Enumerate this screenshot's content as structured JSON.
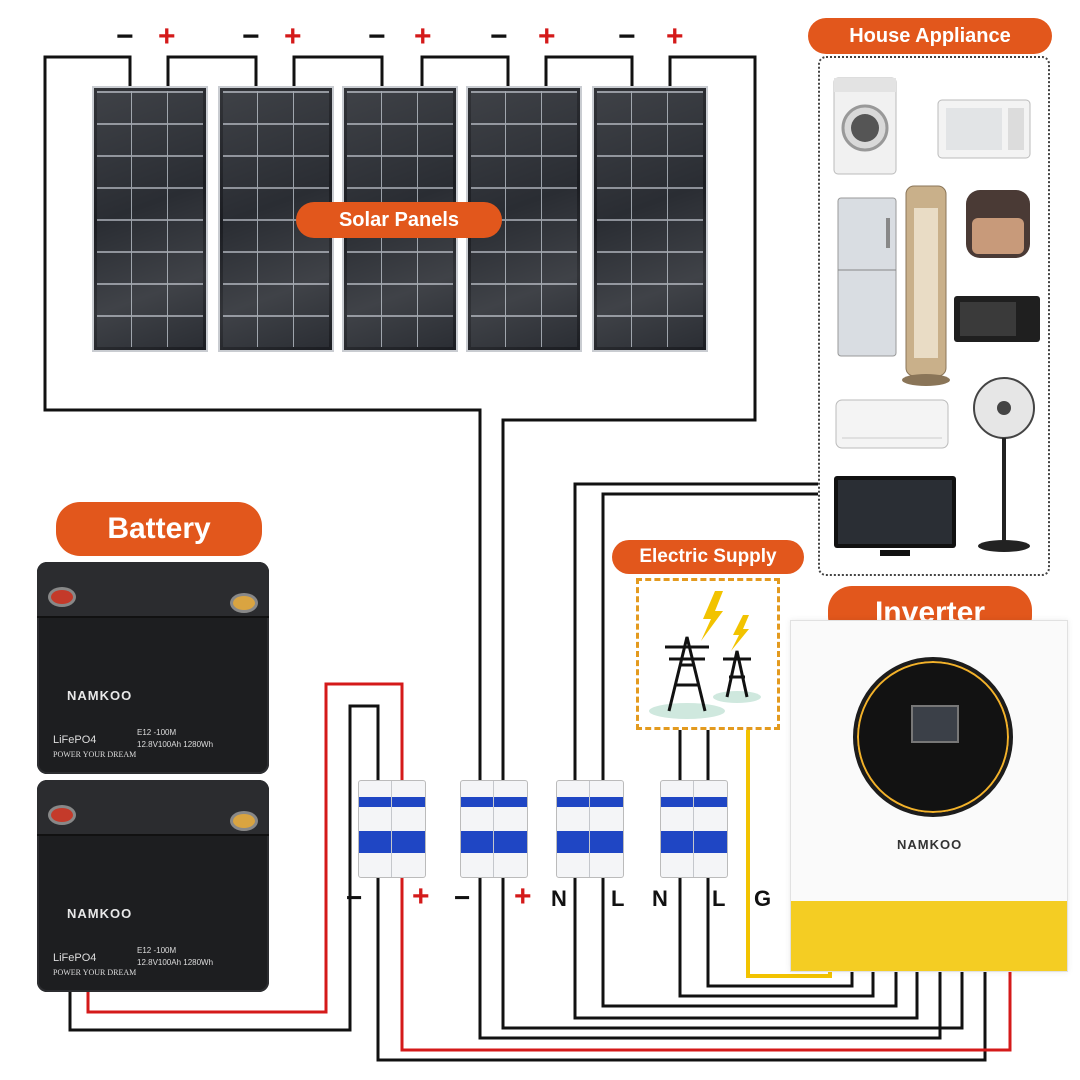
{
  "labels": {
    "solar_panels": "Solar Panels",
    "house_appliance": "House Appliance",
    "battery": "Battery",
    "electric_supply": "Electric Supply",
    "inverter": "Inverter"
  },
  "polarity": {
    "minus": "−",
    "plus": "+"
  },
  "bottom_terminals": [
    "−",
    "+",
    "−",
    "+",
    "N",
    "L",
    "N",
    "L",
    "G"
  ],
  "battery_unit": {
    "brand": "NAMKOO",
    "chemistry": "LiFePO4",
    "model": "E12 -100M",
    "spec": "12.8V100Ah 1280Wh",
    "slogan": "POWER YOUR DREAM",
    "count": 2
  },
  "inverter_unit": {
    "brand": "NAMKOO"
  },
  "appliances": [
    "washing-machine",
    "microwave",
    "refrigerator",
    "tower-fan",
    "rice-cooker",
    "oven",
    "air-conditioner",
    "standing-fan",
    "television"
  ],
  "colors": {
    "label_bg": "#e2571c",
    "wire_dc_positive": "#d41a1a",
    "wire_default": "#111111",
    "wire_ground": "#f2c300",
    "inverter_accent": "#f4cd23"
  }
}
